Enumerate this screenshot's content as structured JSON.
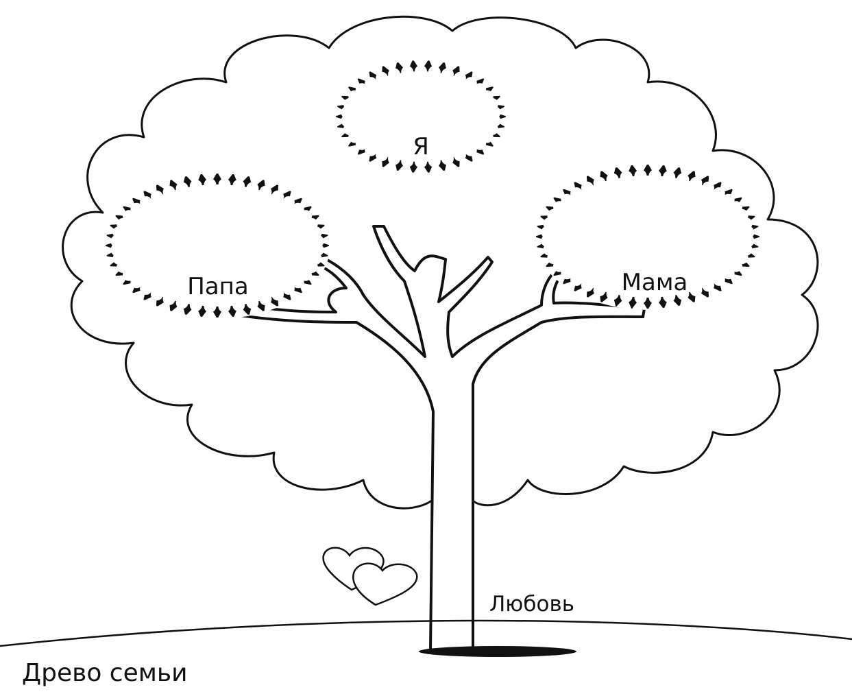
{
  "diagram": {
    "frames": [
      {
        "id": "ya",
        "label": "Я"
      },
      {
        "id": "papa",
        "label": "Папа"
      },
      {
        "id": "mama",
        "label": "Мама"
      }
    ],
    "trunk_caption": "Любовь",
    "title": "Древо семьи"
  },
  "colors": {
    "ink": "#111111",
    "paper": "#ffffff"
  },
  "icons": [
    "heart-icon",
    "heart-icon"
  ]
}
